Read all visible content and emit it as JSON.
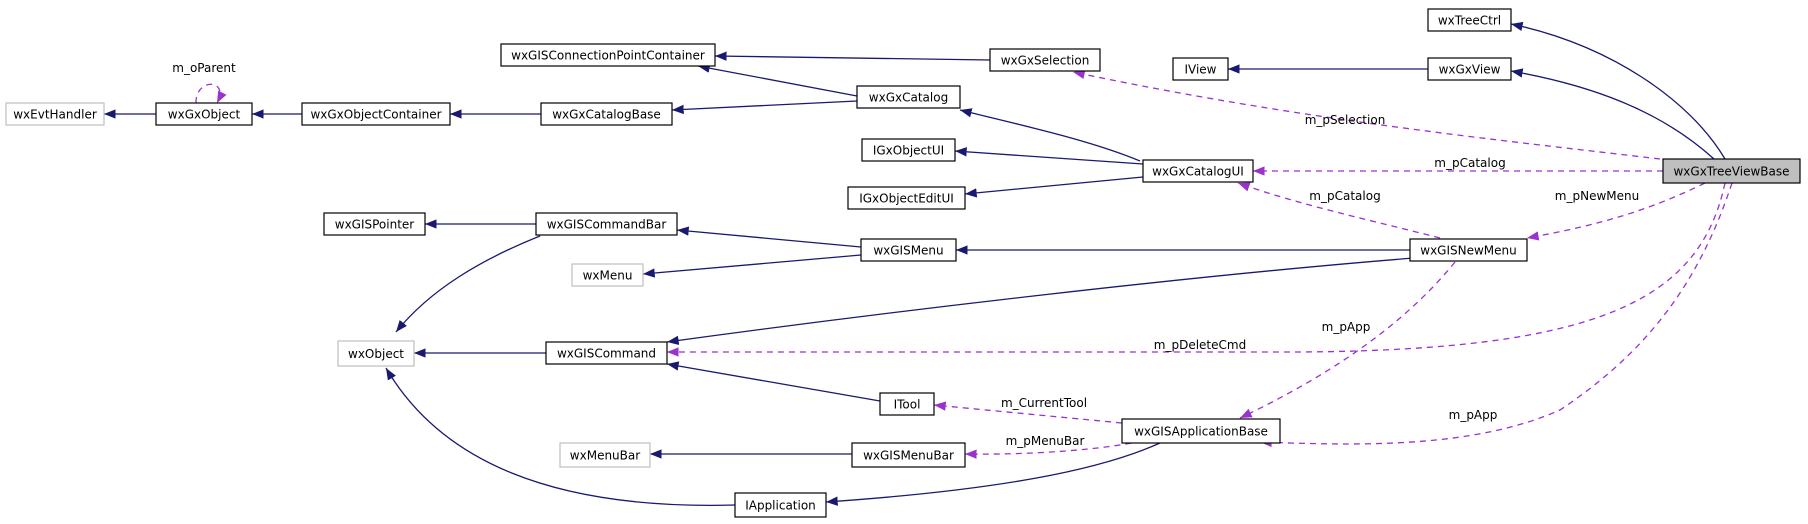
{
  "nodes": {
    "wxTreeCtrl": {
      "label": "wxTreeCtrl",
      "style": "external"
    },
    "IView": {
      "label": "IView",
      "style": "normal"
    },
    "wxGxView": {
      "label": "wxGxView",
      "style": "normal"
    },
    "wxGISConnectionPointContainer": {
      "label": "wxGISConnectionPointContainer",
      "style": "normal"
    },
    "wxGxSelection": {
      "label": "wxGxSelection",
      "style": "normal"
    },
    "wxEvtHandler": {
      "label": "wxEvtHandler",
      "style": "external"
    },
    "wxGxObject": {
      "label": "wxGxObject",
      "style": "normal"
    },
    "wxGxObjectContainer": {
      "label": "wxGxObjectContainer",
      "style": "normal"
    },
    "wxGxCatalogBase": {
      "label": "wxGxCatalogBase",
      "style": "normal"
    },
    "wxGxCatalog": {
      "label": "wxGxCatalog",
      "style": "normal"
    },
    "IGxObjectUI": {
      "label": "IGxObjectUI",
      "style": "normal"
    },
    "IGxObjectEditUI": {
      "label": "IGxObjectEditUI",
      "style": "normal"
    },
    "wxGxCatalogUI": {
      "label": "wxGxCatalogUI",
      "style": "normal"
    },
    "wxGxTreeViewBase": {
      "label": "wxGxTreeViewBase",
      "style": "focus"
    },
    "wxGISPointer": {
      "label": "wxGISPointer",
      "style": "normal"
    },
    "wxGISCommandBar": {
      "label": "wxGISCommandBar",
      "style": "normal"
    },
    "wxMenu": {
      "label": "wxMenu",
      "style": "external"
    },
    "wxGISMenu": {
      "label": "wxGISMenu",
      "style": "normal"
    },
    "wxGISNewMenu": {
      "label": "wxGISNewMenu",
      "style": "normal"
    },
    "wxObject": {
      "label": "wxObject",
      "style": "external"
    },
    "wxGISCommand": {
      "label": "wxGISCommand",
      "style": "normal"
    },
    "ITool": {
      "label": "ITool",
      "style": "normal"
    },
    "wxGISApplicationBase": {
      "label": "wxGISApplicationBase",
      "style": "normal"
    },
    "wxMenuBar": {
      "label": "wxMenuBar",
      "style": "external"
    },
    "wxGISMenuBar": {
      "label": "wxGISMenuBar",
      "style": "normal"
    },
    "IApplication": {
      "label": "IApplication",
      "style": "normal"
    }
  },
  "edges": [
    {
      "from": "wxGxTreeViewBase",
      "to": "wxTreeCtrl",
      "kind": "inherit"
    },
    {
      "from": "wxGxTreeViewBase",
      "to": "wxGxView",
      "kind": "inherit"
    },
    {
      "from": "wxGxView",
      "to": "IView",
      "kind": "inherit"
    },
    {
      "from": "wxGxSelection",
      "to": "wxGISConnectionPointContainer",
      "kind": "inherit"
    },
    {
      "from": "wxGxCatalog",
      "to": "wxGISConnectionPointContainer",
      "kind": "inherit"
    },
    {
      "from": "wxGxObject",
      "to": "wxEvtHandler",
      "kind": "inherit"
    },
    {
      "from": "wxGxObject",
      "to": "wxGxObject",
      "kind": "usage",
      "label": "m_oParent"
    },
    {
      "from": "wxGxObjectContainer",
      "to": "wxGxObject",
      "kind": "inherit"
    },
    {
      "from": "wxGxCatalogBase",
      "to": "wxGxObjectContainer",
      "kind": "inherit"
    },
    {
      "from": "wxGxCatalog",
      "to": "wxGxCatalogBase",
      "kind": "inherit"
    },
    {
      "from": "wxGxCatalogUI",
      "to": "wxGxCatalog",
      "kind": "inherit"
    },
    {
      "from": "wxGxCatalogUI",
      "to": "IGxObjectUI",
      "kind": "inherit"
    },
    {
      "from": "wxGxCatalogUI",
      "to": "IGxObjectEditUI",
      "kind": "inherit"
    },
    {
      "from": "wxGxTreeViewBase",
      "to": "wxGxSelection",
      "kind": "usage",
      "label": "m_pSelection"
    },
    {
      "from": "wxGxTreeViewBase",
      "to": "wxGxCatalogUI",
      "kind": "usage",
      "label": "m_pCatalog"
    },
    {
      "from": "wxGISNewMenu",
      "to": "wxGxCatalogUI",
      "kind": "usage",
      "label": "m_pCatalog"
    },
    {
      "from": "wxGxTreeViewBase",
      "to": "wxGISNewMenu",
      "kind": "usage",
      "label": "m_pNewMenu"
    },
    {
      "from": "wxGISCommandBar",
      "to": "wxGISPointer",
      "kind": "inherit"
    },
    {
      "from": "wxGISCommandBar",
      "to": "wxObject",
      "kind": "inherit"
    },
    {
      "from": "wxGISMenu",
      "to": "wxGISCommandBar",
      "kind": "inherit"
    },
    {
      "from": "wxGISMenu",
      "to": "wxMenu",
      "kind": "inherit"
    },
    {
      "from": "wxGISNewMenu",
      "to": "wxGISMenu",
      "kind": "inherit"
    },
    {
      "from": "wxGISNewMenu",
      "to": "wxGISCommand",
      "kind": "inherit"
    },
    {
      "from": "wxGISCommand",
      "to": "wxObject",
      "kind": "inherit"
    },
    {
      "from": "wxGxTreeViewBase",
      "to": "wxGISCommand",
      "kind": "usage",
      "label": "m_pDeleteCmd"
    },
    {
      "from": "ITool",
      "to": "wxGISCommand",
      "kind": "inherit"
    },
    {
      "from": "wxGISNewMenu",
      "to": "wxGISApplicationBase",
      "kind": "usage",
      "label": "m_pApp"
    },
    {
      "from": "wxGxTreeViewBase",
      "to": "wxGISApplicationBase",
      "kind": "usage",
      "label": "m_pApp"
    },
    {
      "from": "wxGISApplicationBase",
      "to": "ITool",
      "kind": "usage",
      "label": "m_CurrentTool"
    },
    {
      "from": "wxGISApplicationBase",
      "to": "wxGISMenuBar",
      "kind": "usage",
      "label": "m_pMenuBar"
    },
    {
      "from": "wxGISMenuBar",
      "to": "wxMenuBar",
      "kind": "inherit"
    },
    {
      "from": "wxGISApplicationBase",
      "to": "IApplication",
      "kind": "inherit"
    },
    {
      "from": "IApplication",
      "to": "wxObject",
      "kind": "inherit"
    }
  ],
  "colors": {
    "inherit_edge": "#191970",
    "usage_edge": "#9a32cd",
    "external_border": "#bfbfbf",
    "focus_fill": "#bfbfbf"
  }
}
